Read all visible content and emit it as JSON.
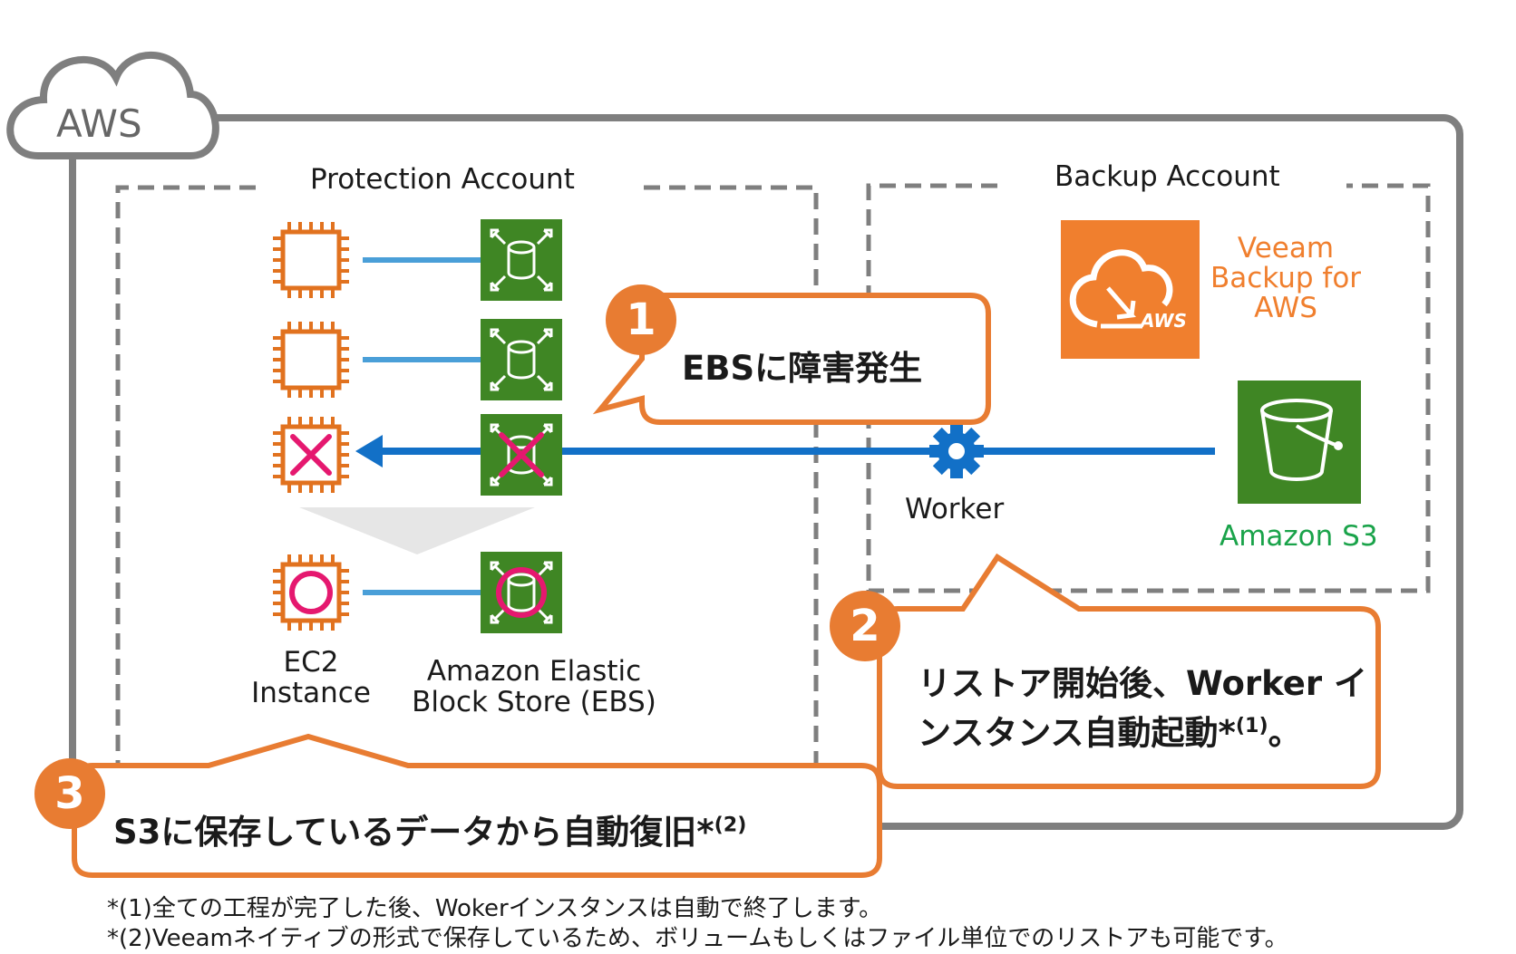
{
  "cloud": {
    "label": "AWS"
  },
  "protection_account": {
    "title": "Protection Account",
    "ec2_label_line1": "EC2",
    "ec2_label_line2": "Instance",
    "ebs_label_line1": "Amazon Elastic",
    "ebs_label_line2": "Block Store (EBS)"
  },
  "backup_account": {
    "title": "Backup Account",
    "veeam_line1": "Veeam",
    "veeam_line2": "Backup for",
    "veeam_line3": "AWS",
    "veeam_logo_text": "AWS",
    "worker_label": "Worker",
    "s3_label": "Amazon S3"
  },
  "callouts": [
    {
      "number": "1",
      "text": "EBSに障害発生"
    },
    {
      "number": "2",
      "line1": "リストア開始後、Worker イ",
      "line2_main": "ンスタンス自動起動*",
      "line2_sup": "(1)",
      "line2_tail": "。"
    },
    {
      "number": "3",
      "text_main": "S3に保存しているデータから自動復旧*",
      "text_sup": "(2)"
    }
  ],
  "footnotes": [
    "*(1)全ての工程が完了した後、Wokerインスタンスは自動で終了します。",
    "*(2)Veeamネイティブの形式で保存しているため、ボリュームもしくはファイル単位でのリストアも可能です。"
  ],
  "colors": {
    "orange": "#e87c32",
    "ec2_orange": "#e1721f",
    "ebs_green": "#3f8624",
    "s3_green": "#3f8624",
    "s3_text": "#1aa34a",
    "blue_line": "#4a9fd8",
    "dark_blue": "#1270c7",
    "magenta": "#e5186f",
    "gray_border": "#7f7f7f"
  }
}
